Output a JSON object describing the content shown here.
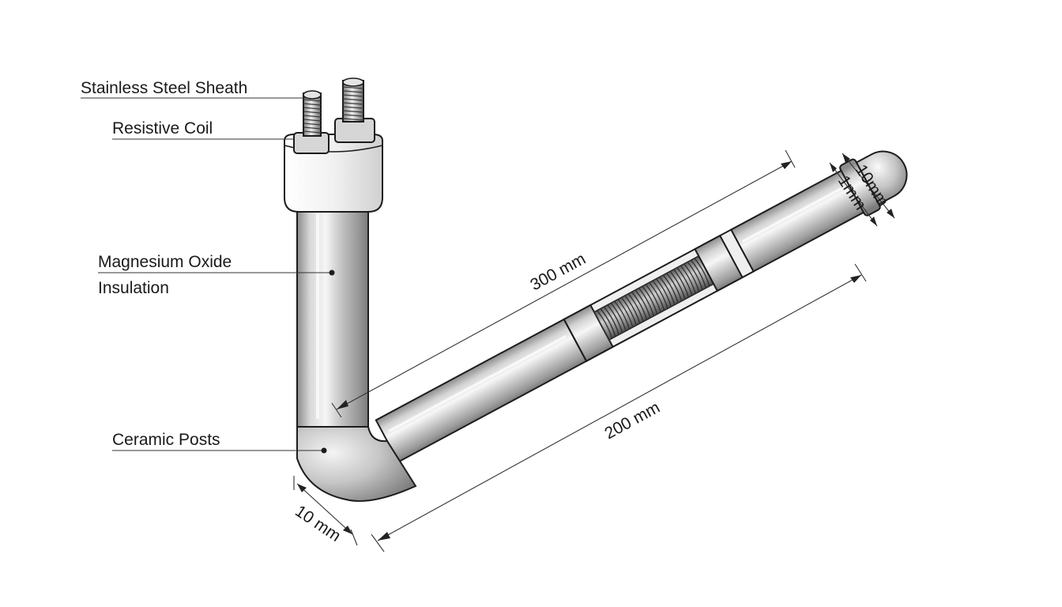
{
  "callouts": {
    "stainless_steel_sheath": "Stainless Steel Sheath",
    "resistive_coil": "Resistive Coil",
    "magnesium_oxide_line1": "Magnesium Oxide",
    "magnesium_oxide_line2": "Insulation",
    "ceramic_posts": "Ceramic Posts"
  },
  "dimensions": {
    "length_upper": "300 mm",
    "length_lower": "200 mm",
    "diameter_bend": "10 mm",
    "diameter_end_outer": "10mm",
    "diameter_end_inner": "1mm"
  },
  "colors": {
    "background": "#ffffff",
    "outline": "#1c1c1c",
    "steel_light": "#f4f4f4",
    "steel_mid": "#b9b9b9",
    "steel_dark": "#6f6f6f",
    "text": "#1a1a1a"
  }
}
